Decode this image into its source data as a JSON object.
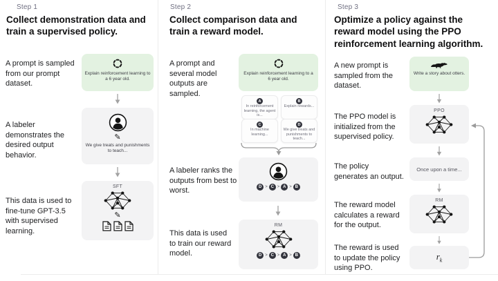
{
  "figure": {
    "steps": [
      {
        "label": "Step 1",
        "title": "Collect demonstration data and train a supervised policy.",
        "caption_prompt": "A prompt is sampled from our prompt dataset.",
        "prompt_text": "Explain reinforcement learning to a 6 year old.",
        "caption_labeler": "A labeler demonstrates the desired output behavior.",
        "labeler_note": "We give treats and punishments to teach...",
        "caption_train": "This data is used to fine-tune GPT-3.5 with supervised learning.",
        "model_label": "SFT"
      },
      {
        "label": "Step 2",
        "title": "Collect comparison data and train a reward model.",
        "caption_prompt": "A prompt and several model outputs are sampled.",
        "prompt_text": "Explain reinforcement learning to a 6 year old.",
        "outputs": [
          {
            "id": "A",
            "text": "In reinforcement learning, the agent is..."
          },
          {
            "id": "B",
            "text": "Explain rewards..."
          },
          {
            "id": "C",
            "text": "In machine learning..."
          },
          {
            "id": "D",
            "text": "We give treats and punishments to teach..."
          }
        ],
        "caption_rank": "A labeler ranks the outputs from best to worst.",
        "ranking": [
          "D",
          "C",
          "A",
          "B"
        ],
        "ranking_separator": ">",
        "caption_train": "This data is used to train our reward model.",
        "model_label": "RM"
      },
      {
        "label": "Step 3",
        "title": "Optimize a policy against the reward model using the PPO reinforcement learning algorithm.",
        "caption_prompt": "A new prompt is sampled from the dataset.",
        "prompt_text": "Write a story about otters.",
        "caption_init": "The PPO model is initialized from the supervised policy.",
        "policy_label": "PPO",
        "caption_output": "The policy generates an output.",
        "output_text": "Once upon a time...",
        "caption_reward": "The reward model calculates a reward for the output.",
        "reward_model_label": "RM",
        "caption_update": "The reward is used to update the policy using PPO.",
        "reward_symbol": "r",
        "reward_subscript": "k"
      }
    ],
    "colors": {
      "prompt_box_bg": "#e3f2e1",
      "node_box_bg": "#f3f3f4",
      "title_text": "#0f0f10",
      "caption_text": "#202123",
      "step_label_text": "#6e6e80",
      "badge_bg": "#33343d",
      "arrow": "#a2a2a2",
      "divider": "#ececec"
    }
  }
}
